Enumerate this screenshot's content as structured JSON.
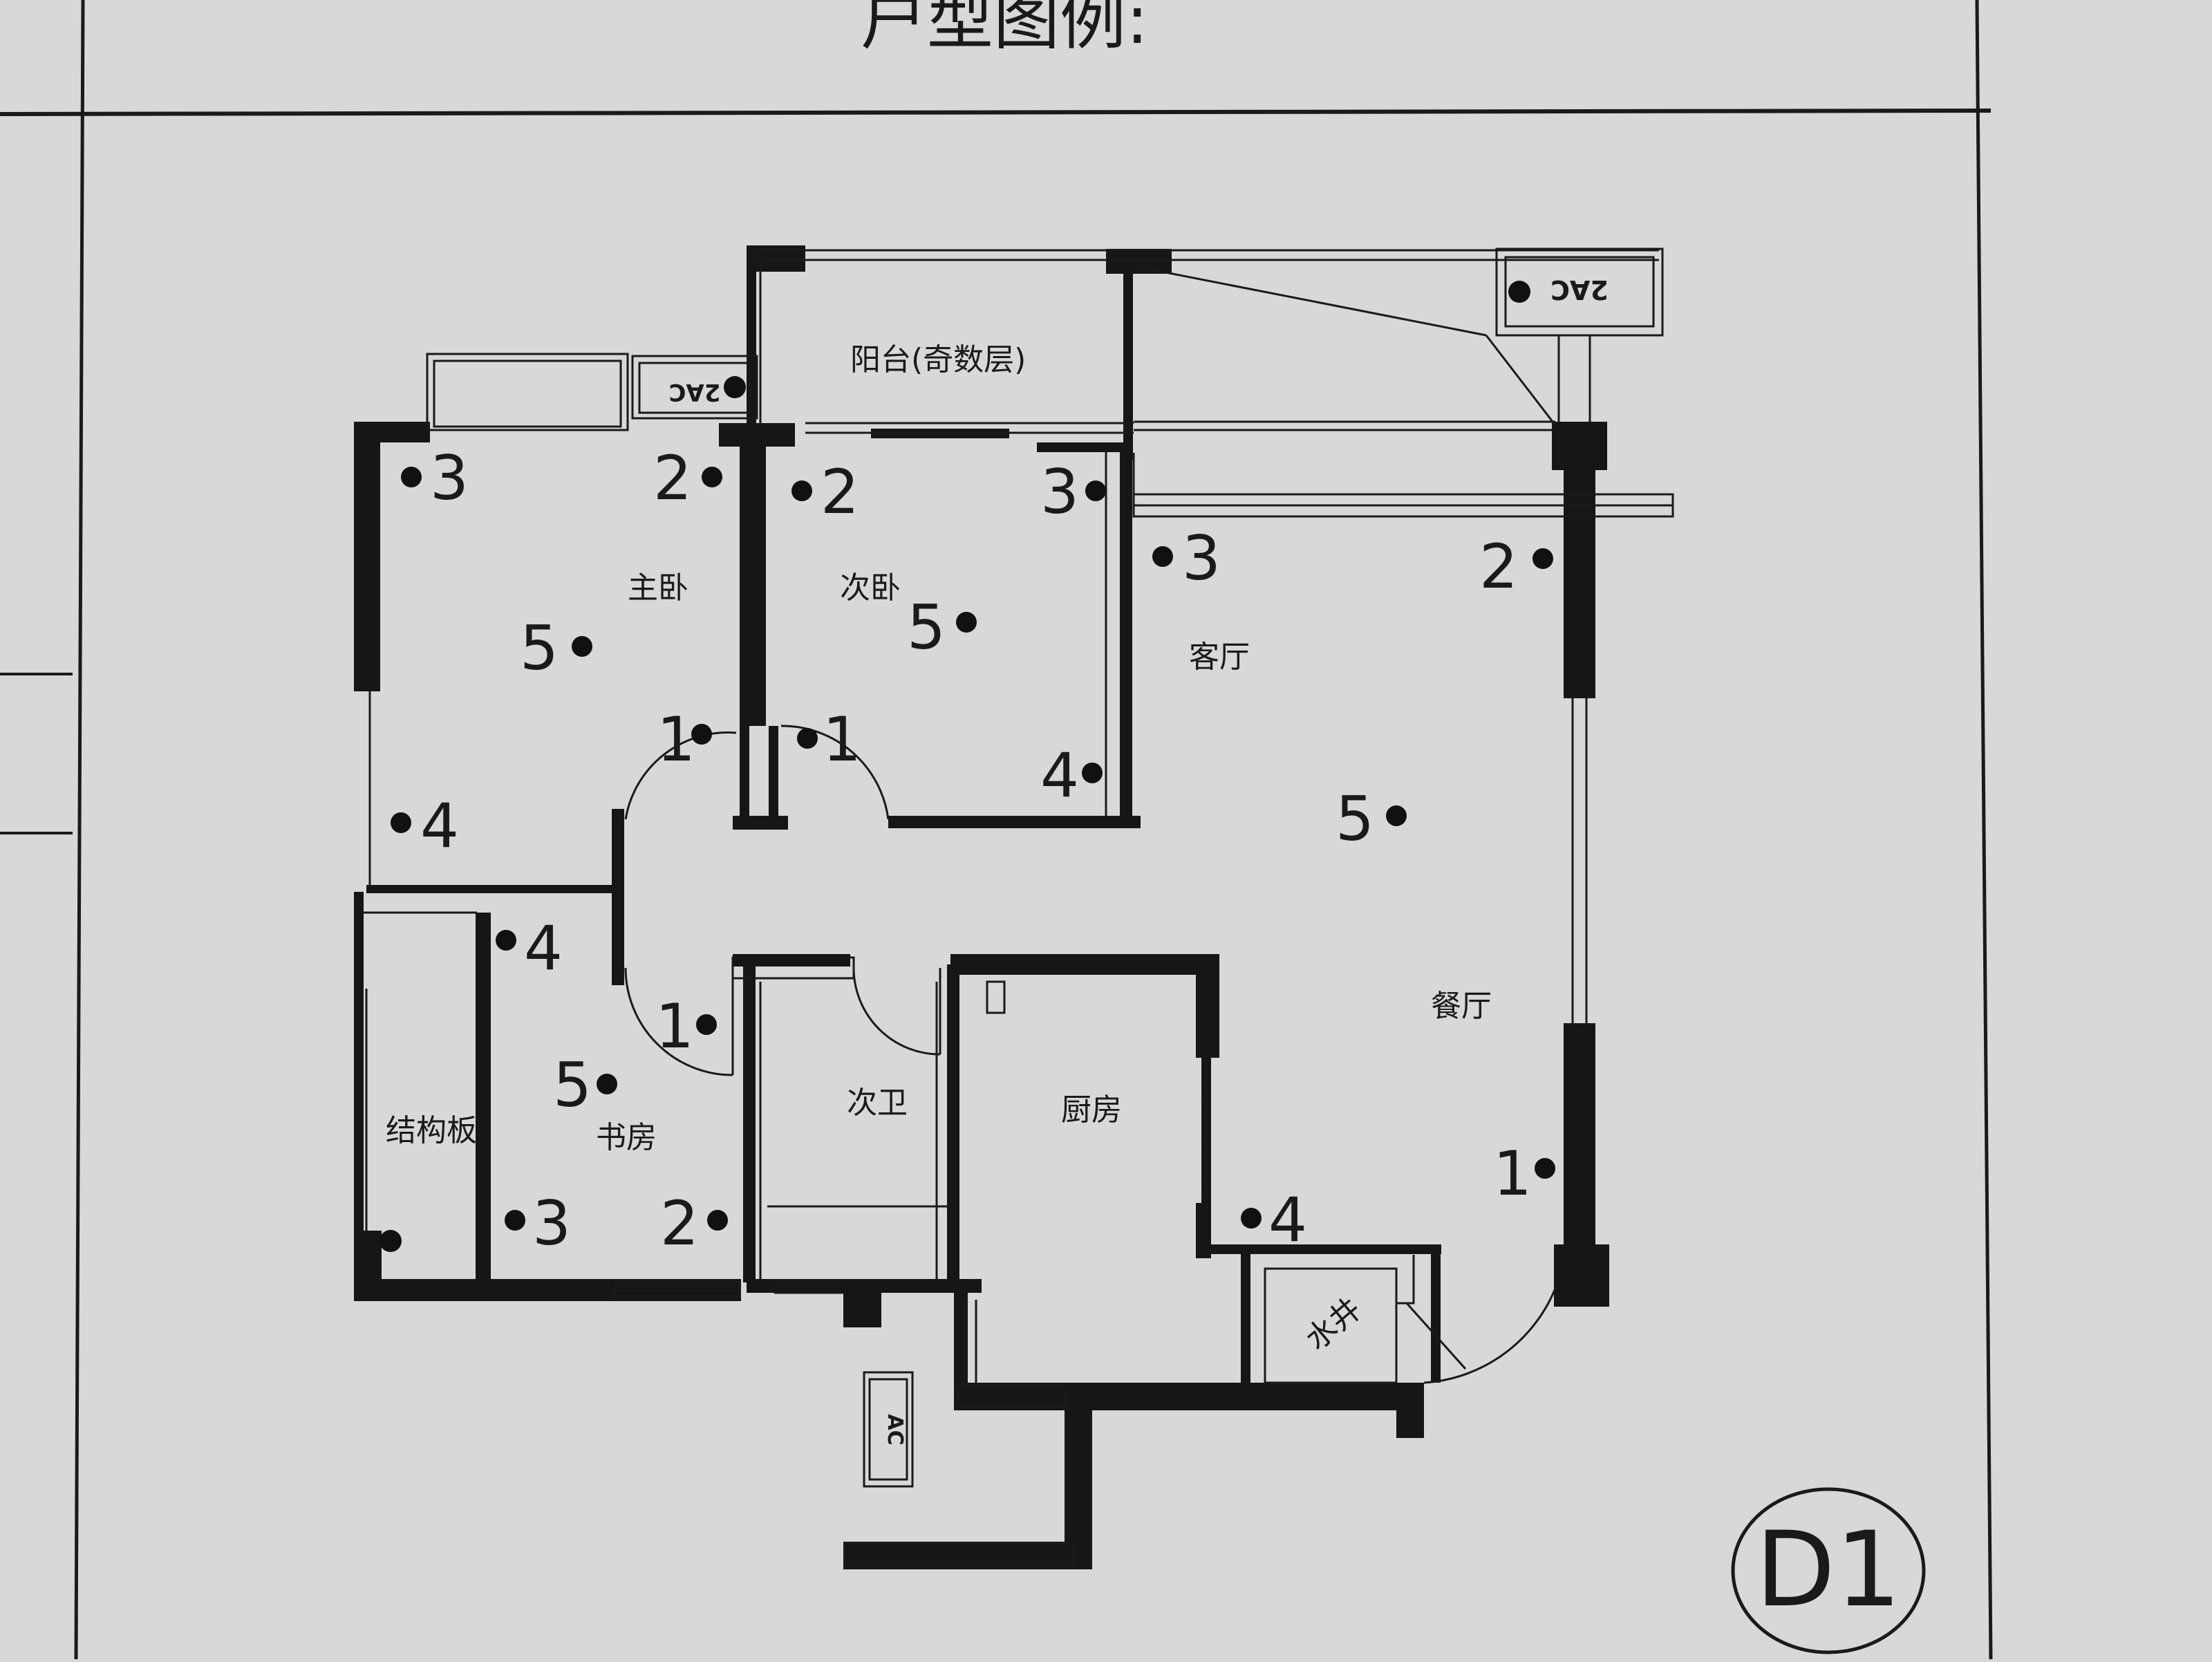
{
  "header": {
    "title": "户型图例:"
  },
  "plan_tag": "D1",
  "rooms": {
    "balcony": "阳台(奇数层)",
    "master_bedroom": "主卧",
    "second_bedroom": "次卧",
    "living_room": "客厅",
    "dining_room": "餐厅",
    "study": "书房",
    "structural_slab": "结构板",
    "second_bathroom": "次卫",
    "kitchen": "厨房",
    "water_shaft": "水井"
  },
  "ac_units": {
    "unit1": "2AC",
    "unit2": "2AC",
    "unit3": "AC"
  },
  "points": {
    "master_bedroom": [
      "3",
      "2",
      "5",
      "1",
      "4"
    ],
    "second_bedroom": [
      "2",
      "3",
      "5",
      "1",
      "4"
    ],
    "living_room": [
      "3",
      "2",
      "5"
    ],
    "dining_room": [
      "1"
    ],
    "study": [
      "4",
      "1",
      "5",
      "3",
      "2"
    ],
    "kitchen": [
      "4"
    ]
  },
  "colors": {
    "paper": "#d8d8d6",
    "ink": "#161616"
  }
}
